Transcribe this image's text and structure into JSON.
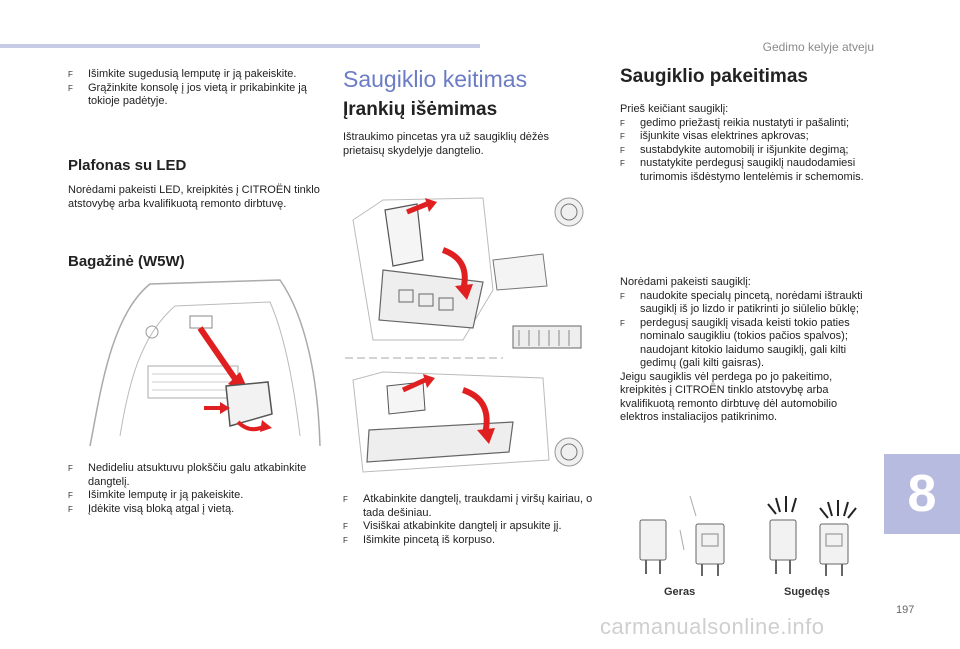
{
  "header": "Gedimo kelyje atveju",
  "chapter": "8",
  "page_number": "197",
  "watermark": "carmanualsonline.info",
  "col1": {
    "intro_bullets": [
      "Išimkite sugedusią lemputę ir ją pakeiskite.",
      "Grąžinkite konsolę į jos vietą ir prikabinkite ją tokioje padėtyje."
    ],
    "led_title": "Plafonas su LED",
    "led_text": "Norėdami pakeisti LED, kreipkitės į CITROËN tinklo atstovybę arba kvalifikuotą remonto dirbtuvę.",
    "trunk_title": "Bagažinė (W5W)",
    "trunk_bullets": [
      "Nedideliu atsuktuvu plokščiu galu atkabinkite dangtelį.",
      "Išimkite lemputę ir ją pakeiskite.",
      "Įdėkite visą bloką atgal į vietą."
    ]
  },
  "col2": {
    "title": "Saugiklio keitimas",
    "subtitle": "Įrankių išėmimas",
    "text": "Ištraukimo pincetas yra už saugiklių dėžės prietaisų skydelyje dangtelio.",
    "bullets": [
      "Atkabinkite dangtelį, traukdami į viršų kairiau, o tada dešiniau.",
      "Visiškai atkabinkite dangtelį ir apsukite jį.",
      "Išimkite pincetą iš korpuso."
    ]
  },
  "col3": {
    "title": "Saugiklio pakeitimas",
    "before_text": "Prieš keičiant saugiklį:",
    "before_bullets": [
      "gedimo priežastį reikia nustatyti ir pašalinti;",
      "išjunkite visas elektrines apkrovas;",
      "sustabdykite automobilį ir išjunkite degimą;",
      "nustatykite perdegusį saugiklį naudodamiesi turimomis išdėstymo lentelėmis ir schemomis."
    ],
    "replace_text": "Norėdami pakeisti saugiklį:",
    "replace_bullets": [
      "naudokite specialų pincetą, norėdami ištraukti saugiklį iš jo lizdo ir patikrinti jo siūlelio būklę;",
      "perdegusį saugiklį visada keisti tokio paties nominalo saugikliu (tokios pačios spalvos); naudojant kitokio laidumo saugiklį, gali kilti gedimų (gali kilti gaisras)."
    ],
    "closing_text": "Jeigu saugiklis vėl perdega po jo pakeitimo, kreipkitės į CITROËN tinklo atstovybę arba kvalifikuotą remonto dirbtuvę dėl automobilio elektros instaliacijos patikrinimo.",
    "label_good": "Geras",
    "label_blown": "Sugedęs"
  }
}
